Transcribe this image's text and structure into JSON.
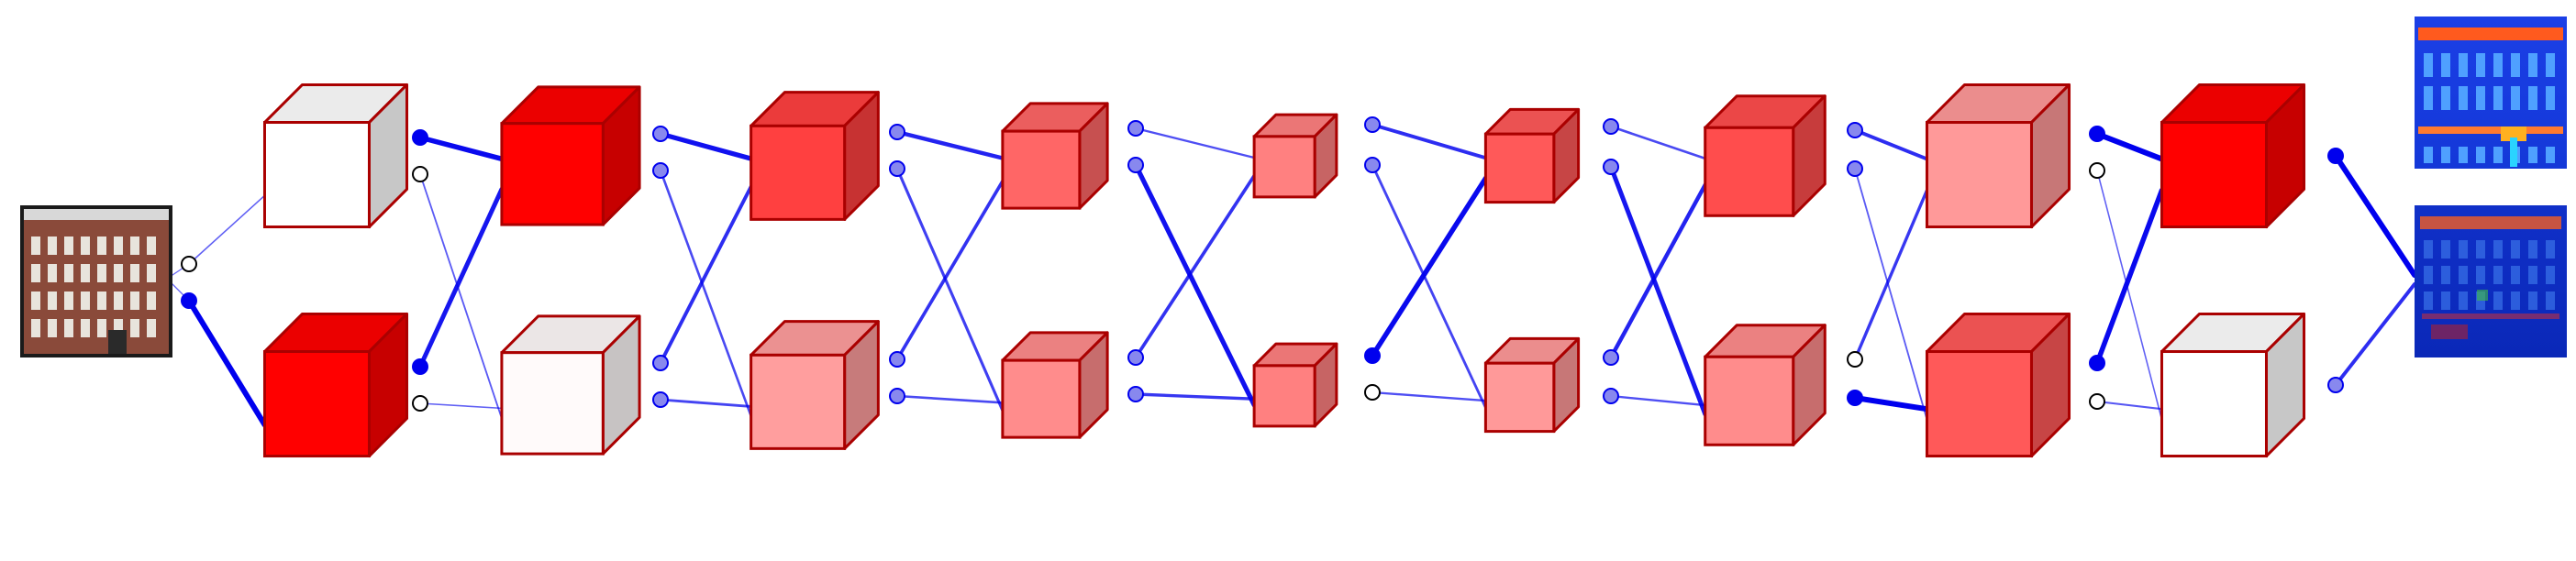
{
  "colors": {
    "edge": "#0000ee",
    "cube_outline": "#aa0000",
    "cube_max_fill": "#ff0000",
    "node_fill_strong": "#0000ee",
    "node_fill_mid": "#8888ee",
    "background": "#ffffff"
  },
  "input_image": {
    "name": "building-facade-photo"
  },
  "output_images": [
    {
      "name": "segmentation-map-1",
      "kind": "blue-label-map"
    },
    {
      "name": "segmentation-map-2",
      "kind": "blue-probability-map"
    }
  ],
  "network": {
    "columns": 10,
    "rows": 2,
    "cube_intensity": [
      [
        0.0,
        1.0
      ],
      [
        1.0,
        0.02
      ],
      [
        0.75,
        0.38
      ],
      [
        0.6,
        0.45
      ],
      [
        0.5,
        0.5
      ],
      [
        0.65,
        0.4
      ],
      [
        0.7,
        0.45
      ],
      [
        0.4,
        0.65
      ],
      [
        1.0,
        0.0
      ],
      [
        null,
        null
      ]
    ],
    "cube_scale": [
      0.95,
      0.92,
      0.85,
      0.7,
      0.55,
      0.62,
      0.8,
      0.95,
      0.95
    ],
    "node_state": [
      [
        "empty",
        "filled"
      ],
      [
        "filled",
        "empty",
        "filled",
        "empty"
      ],
      [
        "mid",
        "mid",
        "mid",
        "mid"
      ],
      [
        "mid",
        "mid",
        "mid",
        "mid"
      ],
      [
        "mid",
        "mid",
        "mid",
        "mid"
      ],
      [
        "mid",
        "mid",
        "filled",
        "empty"
      ],
      [
        "mid",
        "mid",
        "mid",
        "mid"
      ],
      [
        "mid",
        "mid",
        "empty",
        "filled"
      ],
      [
        "filled",
        "empty",
        "filled",
        "empty"
      ],
      [
        "filled",
        "mid"
      ]
    ],
    "edge_weights": [
      [
        0.15,
        1.0
      ],
      [
        0.9,
        0.2,
        0.8,
        0.15
      ],
      [
        0.85,
        0.35,
        0.6,
        0.4
      ],
      [
        0.7,
        0.45,
        0.55,
        0.35
      ],
      [
        0.3,
        0.85,
        0.55,
        0.5
      ],
      [
        0.6,
        0.4,
        0.9,
        0.3
      ],
      [
        0.35,
        0.8,
        0.7,
        0.3
      ],
      [
        0.6,
        0.2,
        0.5,
        1.0
      ],
      [
        1.0,
        0.15,
        0.9,
        0.25
      ],
      [
        1.0,
        0.6
      ]
    ]
  }
}
